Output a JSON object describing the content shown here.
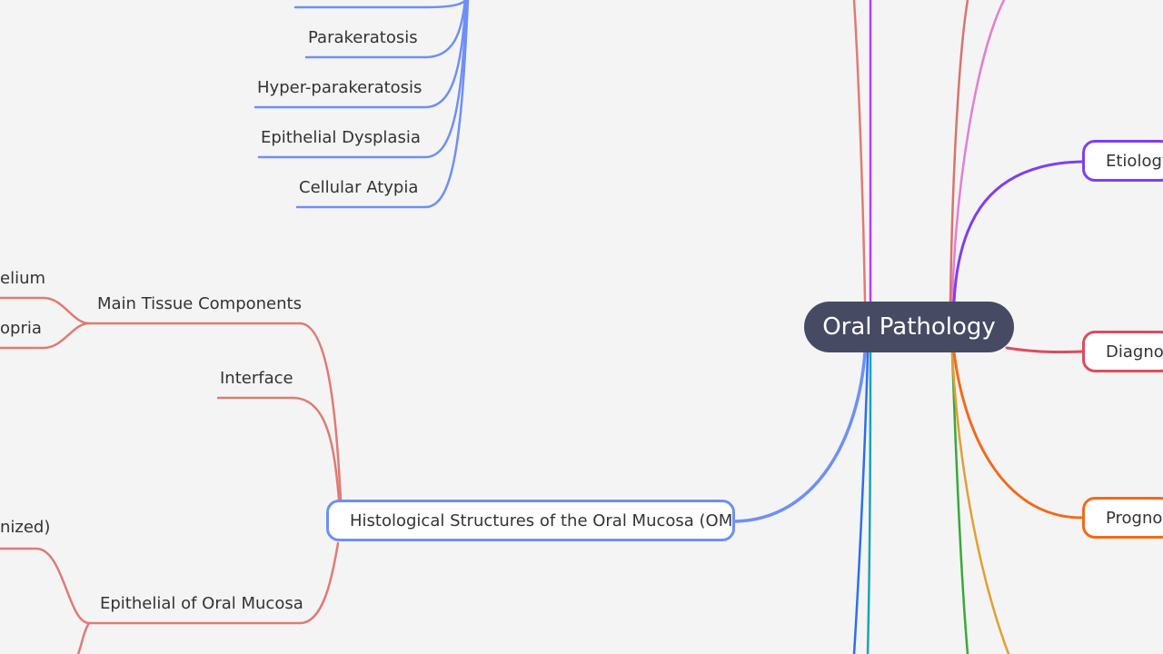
{
  "root": {
    "label": "Oral Pathology",
    "color": "#474a63"
  },
  "right_branches": [
    {
      "label": "Etiology",
      "color": "#7e3ff2"
    },
    {
      "label": "Diagnos",
      "color": "#e04a5e"
    },
    {
      "label": "Prognos",
      "color": "#f26a1b"
    }
  ],
  "histology": {
    "label": "Histological Structures of the Oral Mucosa (OM)",
    "color": "#6e8ff5",
    "children": {
      "main_tissue": {
        "label": "Main Tissue Components",
        "children": [
          "elium",
          "opria"
        ]
      },
      "interface": {
        "label": "Interface"
      },
      "epithelial": {
        "label": "Epithelial of Oral Mucosa",
        "children": [
          "nized)"
        ]
      }
    },
    "child_color": "#e07b74"
  },
  "keratinization_terms": {
    "color": "#6e8ff5",
    "items": [
      "Parakeratosis",
      "Hyper-parakeratosis",
      "Epithelial Dysplasia",
      "Cellular Atypia"
    ]
  },
  "trunk_colors": [
    "#e07b74",
    "#b43ff2",
    "#6e8ff5",
    "#2d6ef0",
    "#1aa3b5",
    "#e37fd4",
    "#d9736e",
    "#3aa83a",
    "#e0a032"
  ]
}
